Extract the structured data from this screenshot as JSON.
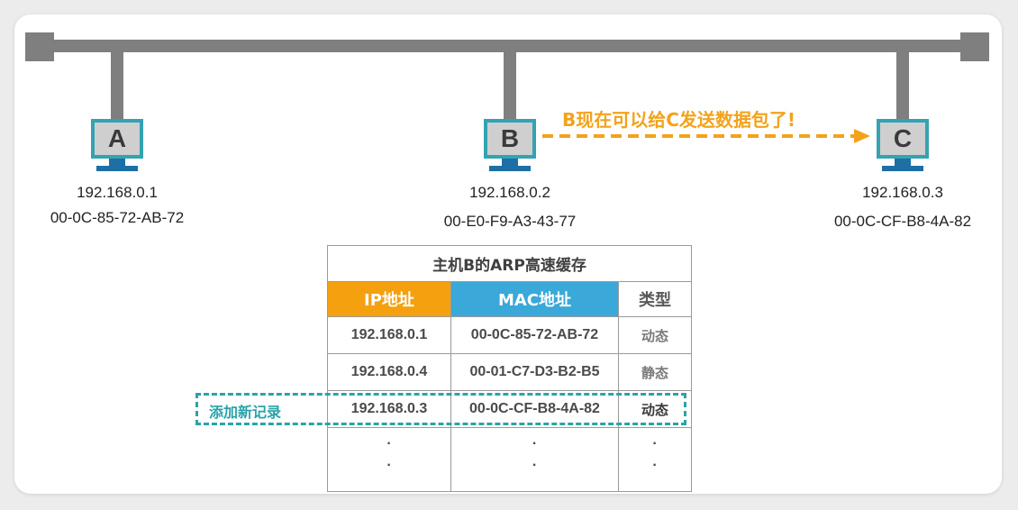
{
  "hosts": [
    {
      "letter": "A",
      "ip": "192.168.0.1",
      "mac": "00-0C-85-72-AB-72"
    },
    {
      "letter": "B",
      "ip": "192.168.0.2",
      "mac": "00-E0-F9-A3-43-77"
    },
    {
      "letter": "C",
      "ip": "192.168.0.3",
      "mac": "00-0C-CF-B8-4A-82"
    }
  ],
  "transmission_label": "B现在可以给C发送数据包了!",
  "arp_table": {
    "title": "主机B的ARP高速缓存",
    "headers": {
      "ip": "IP地址",
      "mac": "MAC地址",
      "type": "类型"
    },
    "rows": [
      {
        "ip": "192.168.0.1",
        "mac": "00-0C-85-72-AB-72",
        "type": "动态"
      },
      {
        "ip": "192.168.0.4",
        "mac": "00-01-C7-D3-B2-B5",
        "type": "静态"
      },
      {
        "ip": "192.168.0.3",
        "mac": "00-0C-CF-B8-4A-82",
        "type": "动态"
      }
    ],
    "ellipsis": "·"
  },
  "new_record_label": "添加新记录",
  "colors": {
    "bus": "#7f7f7f",
    "monitor_border": "#33a3b3",
    "stand": "#1d6fa5",
    "arrow": "#f4a21a",
    "ip_header": "#f5a00f",
    "mac_header": "#3aa8d8",
    "new_record": "#2aa3a8"
  }
}
